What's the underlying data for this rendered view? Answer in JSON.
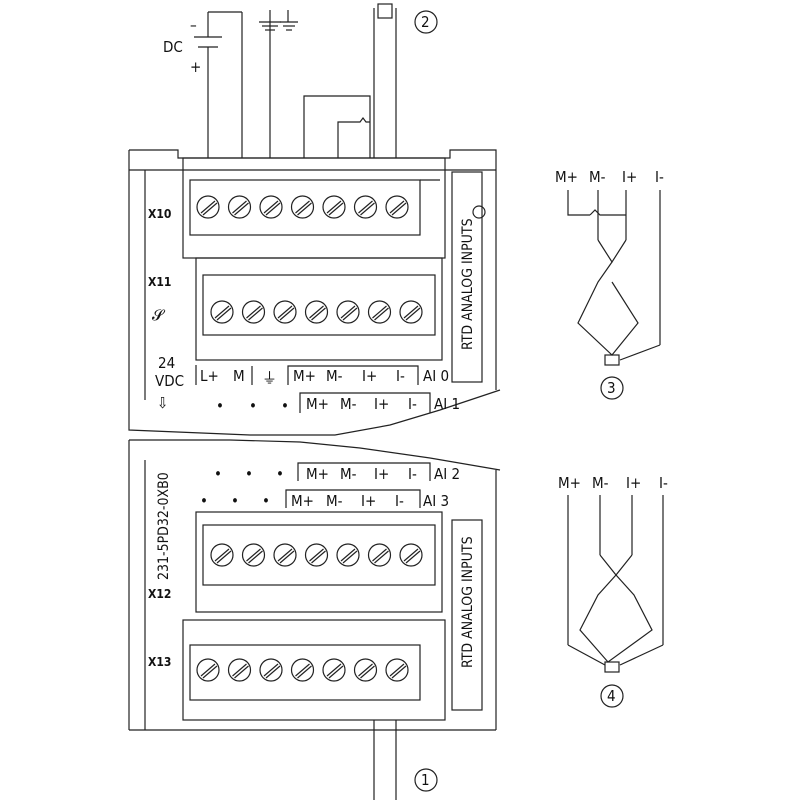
{
  "power": {
    "dc_label": "DC",
    "minus": "–",
    "plus": "+"
  },
  "callouts": [
    "1",
    "2",
    "3",
    "4"
  ],
  "module": {
    "top_connectors": [
      "X10",
      "X11"
    ],
    "bottom_connectors": [
      "X12",
      "X13"
    ],
    "side_label": "RTD ANALOG INPUTS",
    "part_number": "231-5PD32-0XB0",
    "supply": {
      "voltage": "24",
      "unit": "VDC",
      "arrow": "⇩"
    },
    "power_terms": [
      "L+",
      "M",
      "⏚"
    ],
    "ai_terms": [
      "M+",
      "M-",
      "I+",
      "I-"
    ],
    "channels": [
      "AI 0",
      "AI 1",
      "AI 2",
      "AI 3"
    ],
    "dots": "•"
  },
  "rtd_terms": [
    "M+",
    "M-",
    "I+",
    "I-"
  ]
}
